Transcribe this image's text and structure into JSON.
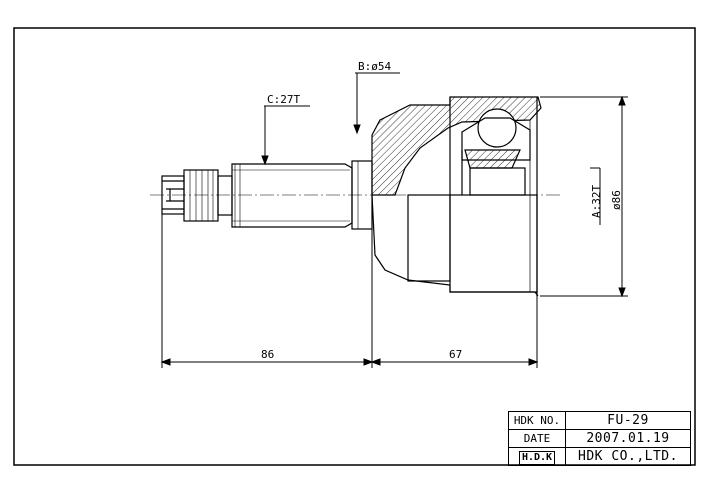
{
  "callouts": {
    "b": "B:ø54",
    "c": "C:27T",
    "a": "A:32T",
    "d": "ø86"
  },
  "dimensions": {
    "shaft_length": "86",
    "housing_length": "67"
  },
  "title_block": {
    "part_no_label": "HDK NO.",
    "part_no": "FU-29",
    "date_label": "DATE",
    "date": "2007.01.19",
    "logo": "H.D.K",
    "company": "HDK CO.,LTD."
  }
}
